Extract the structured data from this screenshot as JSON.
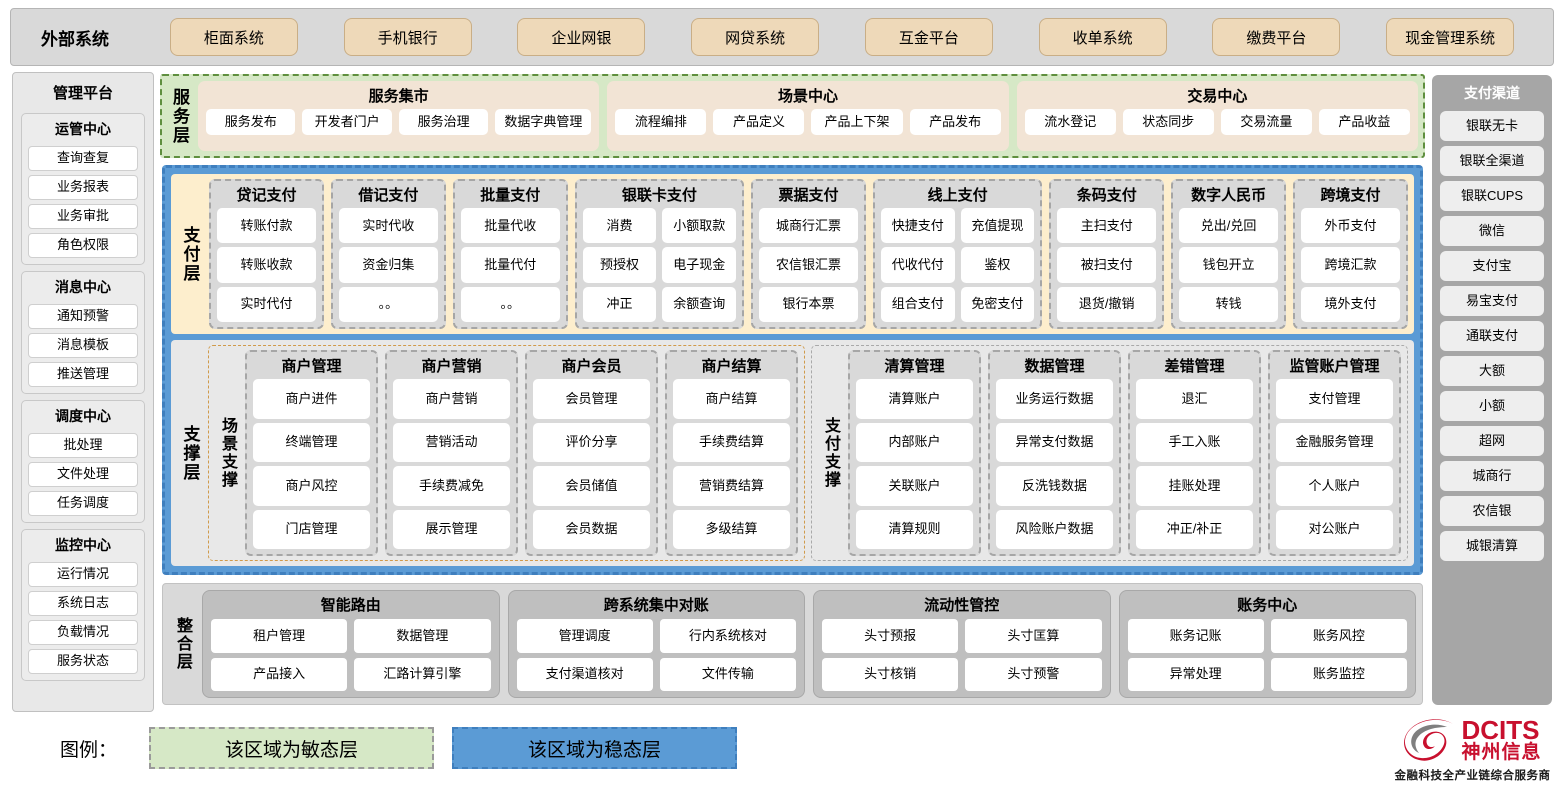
{
  "external": {
    "title": "外部系统",
    "items": [
      "柜面系统",
      "手机银行",
      "企业网银",
      "网贷系统",
      "互金平台",
      "收单系统",
      "缴费平台",
      "现金管理系统"
    ]
  },
  "management_platform": {
    "title": "管理平台",
    "groups": [
      {
        "title": "运管中心",
        "items": [
          "查询查复",
          "业务报表",
          "业务审批",
          "角色权限"
        ]
      },
      {
        "title": "消息中心",
        "items": [
          "通知预警",
          "消息模板",
          "推送管理"
        ]
      },
      {
        "title": "调度中心",
        "items": [
          "批处理",
          "文件处理",
          "任务调度"
        ]
      },
      {
        "title": "监控中心",
        "items": [
          "运行情况",
          "系统日志",
          "负载情况",
          "服务状态"
        ]
      }
    ]
  },
  "pay_channel": {
    "title": "支付渠道",
    "items": [
      "银联无卡",
      "银联全渠道",
      "银联CUPS",
      "微信",
      "支付宝",
      "易宝支付",
      "通联支付",
      "大额",
      "小额",
      "超网",
      "城商行",
      "农信银",
      "城银清算"
    ]
  },
  "service_layer": {
    "label": "服务层",
    "groups": [
      {
        "title": "服务集市",
        "items": [
          "服务发布",
          "开发者门户",
          "服务治理",
          "数据字典管理"
        ]
      },
      {
        "title": "场景中心",
        "items": [
          "流程编排",
          "产品定义",
          "产品上下架",
          "产品发布"
        ]
      },
      {
        "title": "交易中心",
        "items": [
          "流水登记",
          "状态同步",
          "交易流量",
          "产品收益"
        ]
      }
    ]
  },
  "payment_layer": {
    "label": "支付层",
    "groups": [
      {
        "title": "贷记支付",
        "cols": 1,
        "rows": [
          [
            "转账付款"
          ],
          [
            "转账收款"
          ],
          [
            "实时代付"
          ]
        ]
      },
      {
        "title": "借记支付",
        "cols": 1,
        "rows": [
          [
            "实时代收"
          ],
          [
            "资金归集"
          ],
          [
            "。。"
          ]
        ]
      },
      {
        "title": "批量支付",
        "cols": 1,
        "rows": [
          [
            "批量代收"
          ],
          [
            "批量代付"
          ],
          [
            "。。"
          ]
        ]
      },
      {
        "title": "银联卡支付",
        "cols": 2,
        "rows": [
          [
            "消费",
            "小额取款"
          ],
          [
            "预授权",
            "电子现金"
          ],
          [
            "冲正",
            "余额查询"
          ]
        ]
      },
      {
        "title": "票据支付",
        "cols": 1,
        "rows": [
          [
            "城商行汇票"
          ],
          [
            "农信银汇票"
          ],
          [
            "银行本票"
          ]
        ]
      },
      {
        "title": "线上支付",
        "cols": 2,
        "rows": [
          [
            "快捷支付",
            "充值提现"
          ],
          [
            "代收代付",
            "鉴权"
          ],
          [
            "组合支付",
            "免密支付"
          ]
        ]
      },
      {
        "title": "条码支付",
        "cols": 1,
        "rows": [
          [
            "主扫支付"
          ],
          [
            "被扫支付"
          ],
          [
            "退货/撤销"
          ]
        ]
      },
      {
        "title": "数字人民币",
        "cols": 1,
        "rows": [
          [
            "兑出/兑回"
          ],
          [
            "钱包开立"
          ],
          [
            "转钱"
          ]
        ]
      },
      {
        "title": "跨境支付",
        "cols": 1,
        "rows": [
          [
            "外币支付"
          ],
          [
            "跨境汇款"
          ],
          [
            "境外支付"
          ]
        ]
      }
    ]
  },
  "support_layer": {
    "label": "支撑层",
    "zones": [
      {
        "label": "场景支撑",
        "groups": [
          {
            "title": "商户管理",
            "items": [
              "商户进件",
              "终端管理",
              "商户风控",
              "门店管理"
            ]
          },
          {
            "title": "商户营销",
            "items": [
              "商户营销",
              "营销活动",
              "手续费减免",
              "展示管理"
            ]
          },
          {
            "title": "商户会员",
            "items": [
              "会员管理",
              "评价分享",
              "会员储值",
              "会员数据"
            ]
          },
          {
            "title": "商户结算",
            "items": [
              "商户结算",
              "手续费结算",
              "营销费结算",
              "多级结算"
            ]
          }
        ]
      },
      {
        "label": "支付支撑",
        "groups": [
          {
            "title": "清算管理",
            "items": [
              "清算账户",
              "内部账户",
              "关联账户",
              "清算规则"
            ]
          },
          {
            "title": "数据管理",
            "items": [
              "业务运行数据",
              "异常支付数据",
              "反洗钱数据",
              "风险账户数据"
            ]
          },
          {
            "title": "差错管理",
            "items": [
              "退汇",
              "手工入账",
              "挂账处理",
              "冲正/补正"
            ]
          },
          {
            "title": "监管账户管理",
            "items": [
              "支付管理",
              "金融服务管理",
              "个人账户",
              "对公账户"
            ]
          }
        ]
      }
    ]
  },
  "integration_layer": {
    "label": "整合层",
    "groups": [
      {
        "title": "智能路由",
        "rows": [
          [
            "租户管理",
            "数据管理"
          ],
          [
            "产品接入",
            "汇路计算引擎"
          ]
        ]
      },
      {
        "title": "跨系统集中对账",
        "rows": [
          [
            "管理调度",
            "行内系统核对"
          ],
          [
            "支付渠道核对",
            "文件传输"
          ]
        ]
      },
      {
        "title": "流动性管控",
        "rows": [
          [
            "头寸预报",
            "头寸匡算"
          ],
          [
            "头寸核销",
            "头寸预警"
          ]
        ]
      },
      {
        "title": "账务中心",
        "rows": [
          [
            "账务记账",
            "账务风控"
          ],
          [
            "异常处理",
            "账务监控"
          ]
        ]
      }
    ]
  },
  "legend": {
    "label": "图例：",
    "agile": "该区域为敏态层",
    "stable": "该区域为稳态层",
    "agile_color": "#d6e8c6",
    "stable_color": "#5b9bd5"
  },
  "logo": {
    "en": "DCITS",
    "cn": "神州信息",
    "tagline": "金融科技全产业链综合服务商",
    "color": "#c8102e"
  }
}
